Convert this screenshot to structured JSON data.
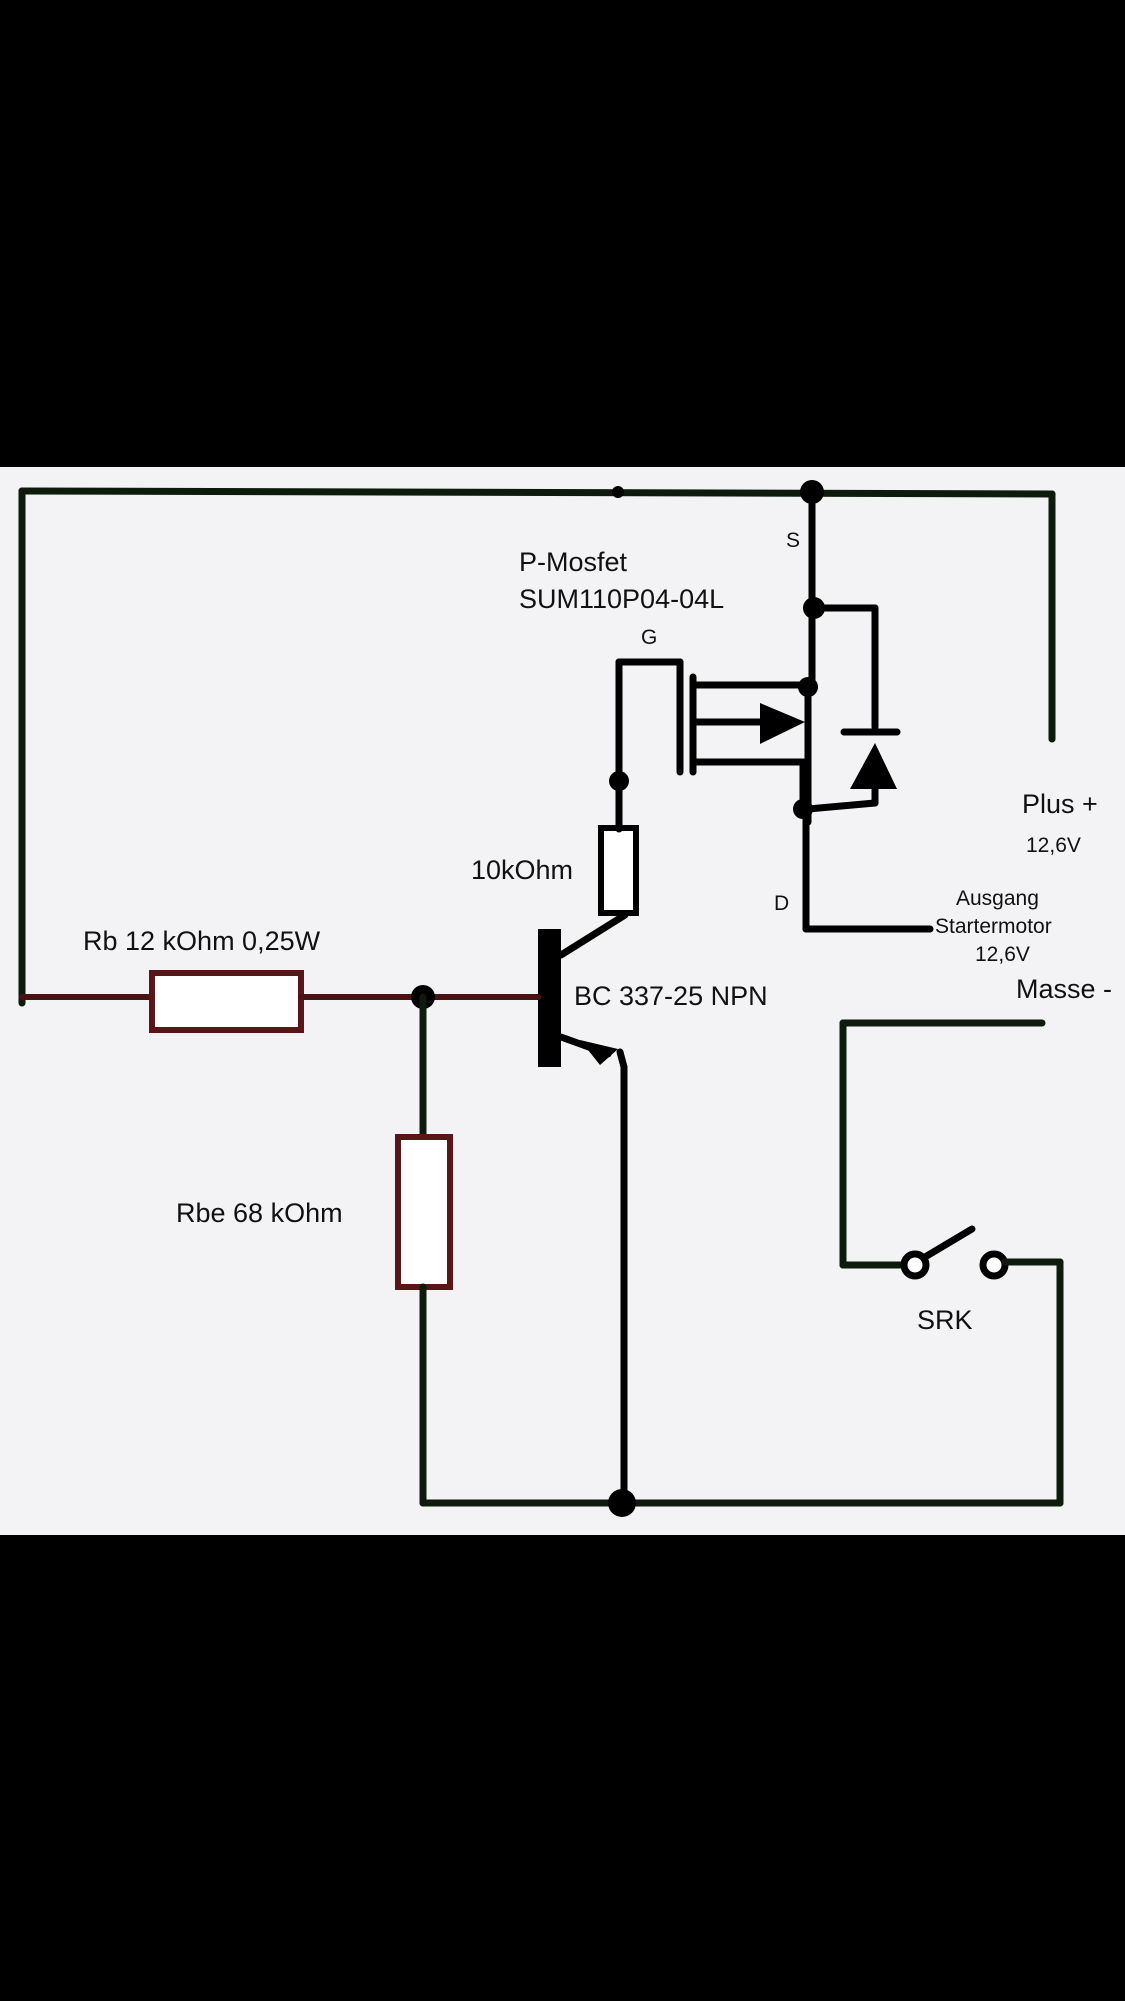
{
  "colors": {
    "background": "#000000",
    "panel": "#f3f3f5",
    "wire_dark": "#0d1a0d",
    "wire_red": "#4a1212"
  },
  "labels": {
    "mosfet_type": "P-Mosfet",
    "mosfet_part": "SUM110P04-04L",
    "pin_s": "S",
    "pin_g": "G",
    "pin_d": "D",
    "gate_resistor": "10kOhm",
    "rb": "Rb 12 kOhm 0,25W",
    "transistor": "BC 337-25 NPN",
    "rbe": "Rbe 68 kOhm",
    "plus": "Plus +",
    "plus_voltage": "12,6V",
    "output_line1": "Ausgang",
    "output_line2": "Startermotor",
    "output_voltage": "12,6V",
    "ground": "Masse -",
    "switch": "SRK"
  }
}
